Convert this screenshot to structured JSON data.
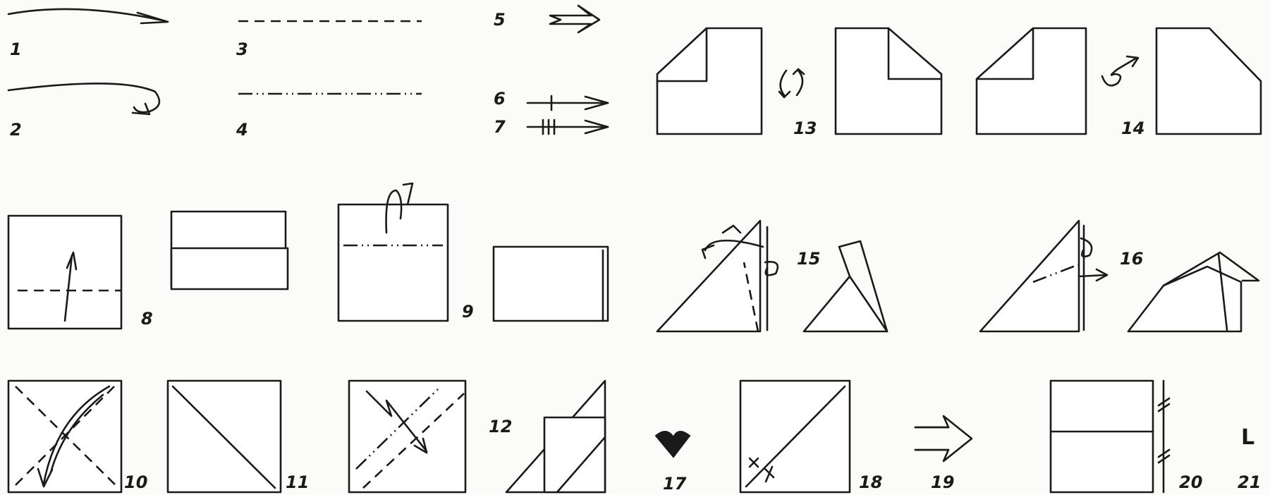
{
  "labels": {
    "n1": "1",
    "n2": "2",
    "n3": "3",
    "n4": "4",
    "n5": "5",
    "n6": "6",
    "n7": "7",
    "n8": "8",
    "n9": "9",
    "n10": "10",
    "n11": "11",
    "n12": "12",
    "n13": "13",
    "n14": "14",
    "n15": "15",
    "n16": "16",
    "n17": "17",
    "n18": "18",
    "n19": "19",
    "n20": "20",
    "n21": "21"
  },
  "symbol_21": "L",
  "colors": {
    "ink": "#1a1a1a",
    "paper": "#fbfbf9"
  }
}
